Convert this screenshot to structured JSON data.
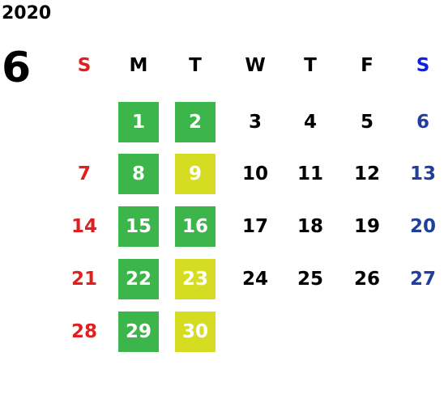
{
  "calendar": {
    "year": "2020",
    "month": "6",
    "weekdays": [
      "S",
      "M",
      "T",
      "W",
      "T",
      "F",
      "S"
    ],
    "weekday_colors": [
      "#e02020",
      "#000000",
      "#000000",
      "#000000",
      "#000000",
      "#000000",
      "#1020e0"
    ],
    "weeks": [
      [
        {
          "label": "",
          "type": "empty"
        },
        {
          "label": "1",
          "type": "green"
        },
        {
          "label": "2",
          "type": "green"
        },
        {
          "label": "3",
          "type": "plain"
        },
        {
          "label": "4",
          "type": "plain"
        },
        {
          "label": "5",
          "type": "plain"
        },
        {
          "label": "6",
          "type": "sat"
        }
      ],
      [
        {
          "label": "7",
          "type": "sun"
        },
        {
          "label": "8",
          "type": "green"
        },
        {
          "label": "9",
          "type": "yellow"
        },
        {
          "label": "10",
          "type": "plain"
        },
        {
          "label": "11",
          "type": "plain"
        },
        {
          "label": "12",
          "type": "plain"
        },
        {
          "label": "13",
          "type": "sat"
        }
      ],
      [
        {
          "label": "14",
          "type": "sun"
        },
        {
          "label": "15",
          "type": "green"
        },
        {
          "label": "16",
          "type": "green"
        },
        {
          "label": "17",
          "type": "plain"
        },
        {
          "label": "18",
          "type": "plain"
        },
        {
          "label": "19",
          "type": "plain"
        },
        {
          "label": "20",
          "type": "sat"
        }
      ],
      [
        {
          "label": "21",
          "type": "sun"
        },
        {
          "label": "22",
          "type": "green"
        },
        {
          "label": "23",
          "type": "yellow"
        },
        {
          "label": "24",
          "type": "plain"
        },
        {
          "label": "25",
          "type": "plain"
        },
        {
          "label": "26",
          "type": "plain"
        },
        {
          "label": "27",
          "type": "sat"
        }
      ],
      [
        {
          "label": "28",
          "type": "sun"
        },
        {
          "label": "29",
          "type": "green"
        },
        {
          "label": "30",
          "type": "yellow"
        },
        {
          "label": "",
          "type": "empty"
        },
        {
          "label": "",
          "type": "empty"
        },
        {
          "label": "",
          "type": "empty"
        },
        {
          "label": "",
          "type": "empty"
        }
      ]
    ],
    "colors": {
      "green_highlight": "#3cb54a",
      "yellow_highlight": "#d6dc22",
      "sunday": "#e02020",
      "saturday": "#1f3f9a"
    }
  }
}
